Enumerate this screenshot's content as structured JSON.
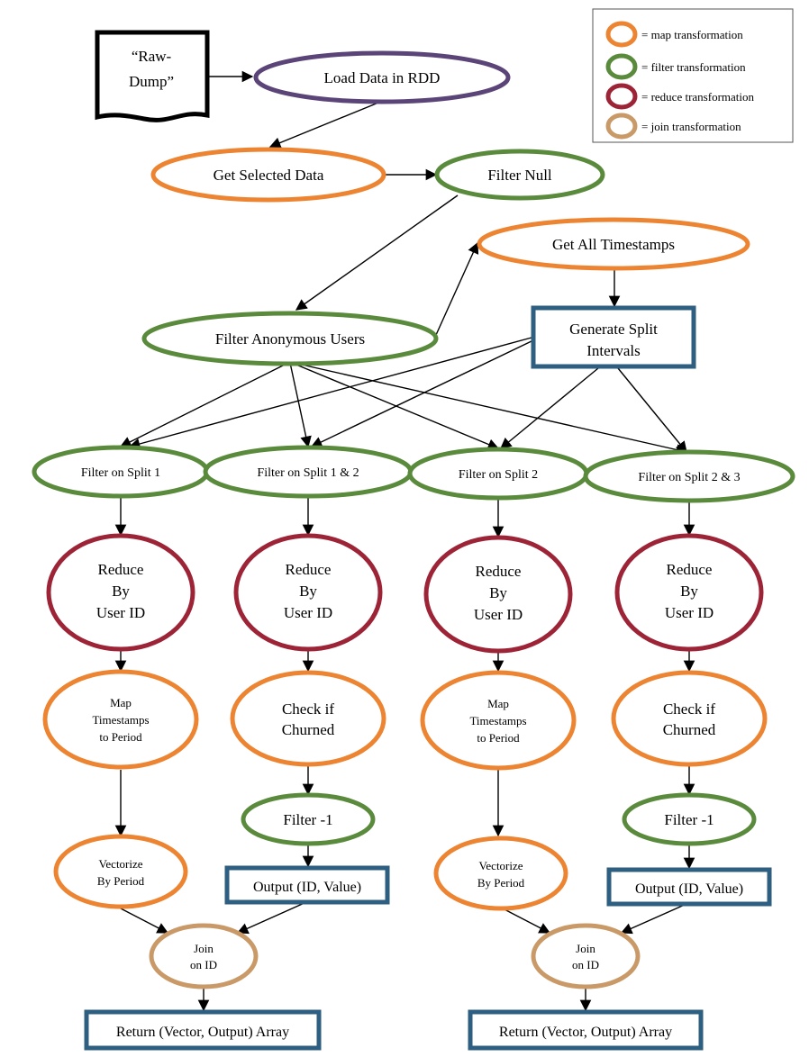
{
  "colors": {
    "map": "#ec8432",
    "filter": "#5a8a3c",
    "reduce": "#9c2436",
    "join": "#c99a68",
    "load": "#5b4478",
    "box": "#2e5f80"
  },
  "legend": [
    {
      "type": "map",
      "label": "= map transformation"
    },
    {
      "type": "filter",
      "label": "= filter transformation"
    },
    {
      "type": "reduce",
      "label": "= reduce transformation"
    },
    {
      "type": "join",
      "label": "= join transformation"
    }
  ],
  "nodes": {
    "raw_dump": [
      "“Raw-",
      "Dump”"
    ],
    "load_data": [
      "Load Data in RDD"
    ],
    "get_selected": [
      "Get Selected Data"
    ],
    "filter_null": [
      "Filter Null"
    ],
    "get_timestamps": [
      "Get All Timestamps"
    ],
    "filter_anon": [
      "Filter Anonymous Users"
    ],
    "split_intervals": [
      "Generate Split",
      "Intervals"
    ],
    "f_split1": [
      "Filter on Split 1"
    ],
    "f_split12": [
      "Filter on Split 1 & 2"
    ],
    "f_split2": [
      "Filter on Split 2"
    ],
    "f_split23": [
      "Filter on Split 2 & 3"
    ],
    "reduce1": [
      "Reduce",
      "By",
      "User ID"
    ],
    "reduce2": [
      "Reduce",
      "By",
      "User ID"
    ],
    "reduce3": [
      "Reduce",
      "By",
      "User ID"
    ],
    "reduce4": [
      "Reduce",
      "By",
      "User ID"
    ],
    "map_ts1": [
      "Map",
      "Timestamps",
      "to Period"
    ],
    "churn1": [
      "Check if",
      "Churned"
    ],
    "map_ts2": [
      "Map",
      "Timestamps",
      "to Period"
    ],
    "churn2": [
      "Check if",
      "Churned"
    ],
    "filter_neg1_a": [
      "Filter -1"
    ],
    "filter_neg1_b": [
      "Filter -1"
    ],
    "vectorize1": [
      "Vectorize",
      "By Period"
    ],
    "output1": [
      "Output (ID, Value)"
    ],
    "vectorize2": [
      "Vectorize",
      "By Period"
    ],
    "output2": [
      "Output (ID, Value)"
    ],
    "join1": [
      "Join",
      "on ID"
    ],
    "join2": [
      "Join",
      "on ID"
    ],
    "return1": [
      "Return (Vector, Output) Array"
    ],
    "return2": [
      "Return (Vector, Output) Array"
    ]
  }
}
